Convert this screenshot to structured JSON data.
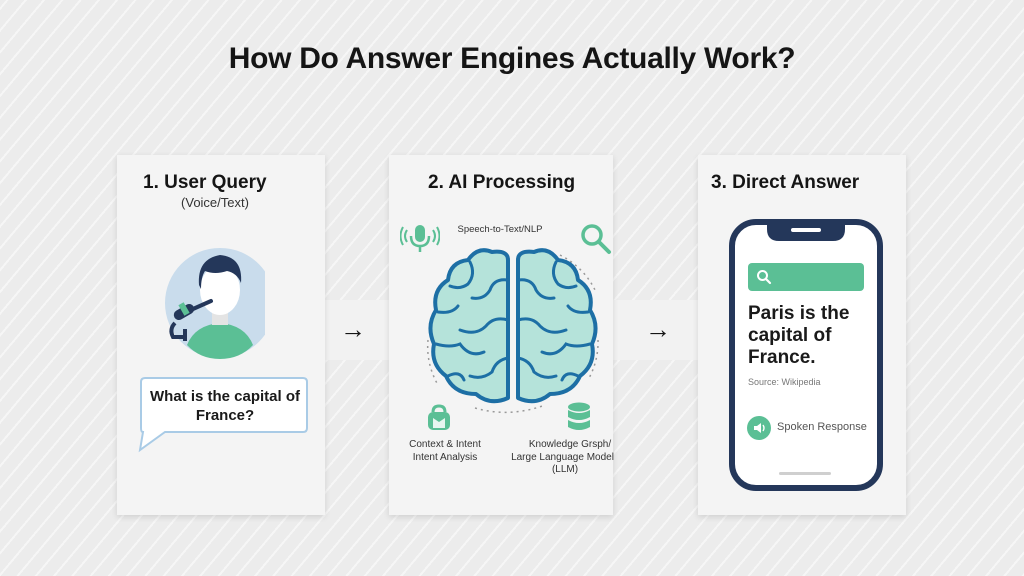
{
  "title": "How Do Answer Engines Actually Work?",
  "colors": {
    "accent_green": "#5bbf95",
    "navy": "#24375a",
    "brain_blue": "#1d6fa5",
    "brain_fill": "#b5e3da",
    "bubble_border": "#a9cbe6",
    "avatar_circle": "#c9dcec"
  },
  "steps": [
    {
      "title": "1. User Query",
      "subtitle": "(Voice/Text)",
      "icons": [
        "user-avatar-icon",
        "microphone-icon",
        "speech-bubble-icon"
      ],
      "bubble_text": "What is the capital of France?"
    },
    {
      "title": "2. AI Processing",
      "labels": {
        "speech": "Speech-to-Text/NLP",
        "context_line1": "Context & Intent",
        "context_line2": "Intent Analysis",
        "knowledge_line1": "Knowledge Grsph/",
        "knowledge_line2": "Large Language Model",
        "knowledge_line3": "(LLM)"
      },
      "icons": [
        "voice-mic-icon",
        "search-icon",
        "brain-icon",
        "context-icon",
        "database-icon"
      ]
    },
    {
      "title": "3. Direct Answer",
      "answer": "Paris is the capital of France.",
      "source": "Source: Wikipedia",
      "spoken": "Spoken Response",
      "icons": [
        "phone-icon",
        "search-icon",
        "speaker-icon"
      ]
    }
  ],
  "arrows": [
    "→",
    "→"
  ]
}
